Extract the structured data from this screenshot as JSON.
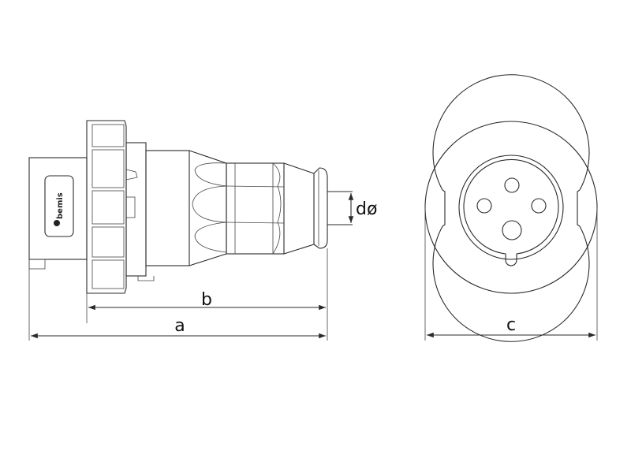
{
  "diagram": {
    "logo_text": "bemis",
    "dimension_labels": {
      "a": "a",
      "b": "b",
      "c": "c",
      "d": "dø"
    },
    "line_color": "#2a2a2a"
  }
}
